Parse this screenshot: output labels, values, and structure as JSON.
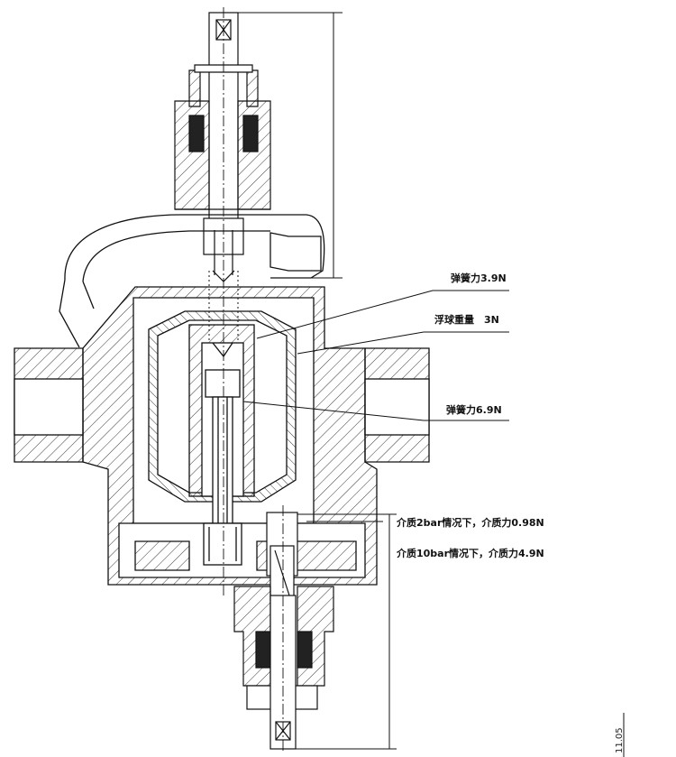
{
  "callouts": {
    "spring_force_top": "弹簧力3.9N",
    "float_weight": "浮球重量　3N",
    "spring_force_mid": "弹簧力6.9N",
    "medium_force_2bar": "介质2bar情况下，介质力0.98N",
    "medium_force_10bar": "介质10bar情况下，介质力4.9N"
  },
  "margin_stamp": "11.05"
}
